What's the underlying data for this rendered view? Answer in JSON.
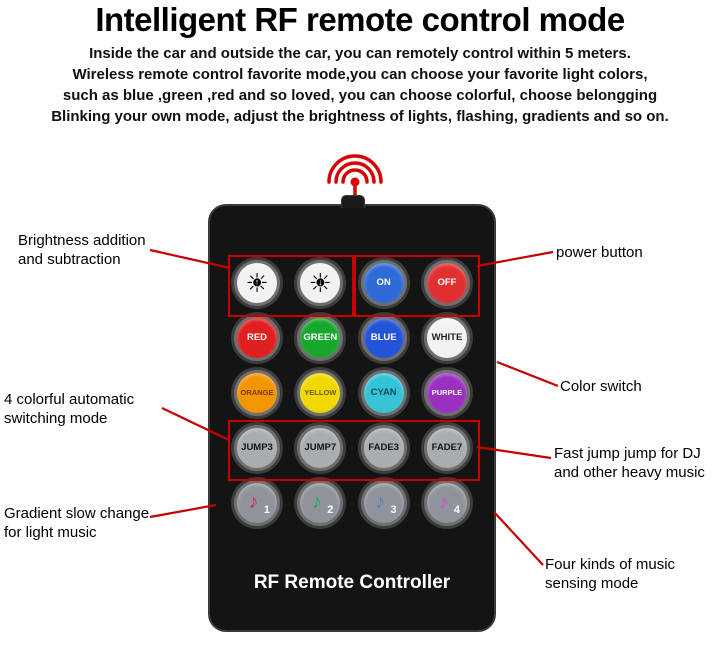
{
  "title": "Intelligent RF remote control mode",
  "subtitle": [
    "Inside the car and outside the car, you can remotely control within 5 meters.",
    "Wireless remote control favorite mode,you can choose your favorite light colors,",
    "such as blue ,green ,red and so loved, you can choose colorful, choose belongging",
    "Blinking your own mode, adjust the brightness of lights, flashing, gradients and so on."
  ],
  "accent_color": "#c80000",
  "remote": {
    "label": "RF Remote Controller",
    "rows": [
      {
        "buttons": [
          {
            "id": "brightness-up",
            "type": "sun",
            "arrow": "↑",
            "face": "#f2f2f2"
          },
          {
            "id": "brightness-down",
            "type": "sun",
            "arrow": "↓",
            "face": "#f2f2f2"
          },
          {
            "id": "power-on",
            "label": "ON",
            "face": "#2e6bd6",
            "fg": "#ffffff"
          },
          {
            "id": "power-off",
            "label": "OFF",
            "face": "#e03030",
            "fg": "#ffffff"
          }
        ]
      },
      {
        "buttons": [
          {
            "id": "red",
            "label": "RED",
            "face": "#e01f1f",
            "fg": "#ffffff"
          },
          {
            "id": "green",
            "label": "GREEN",
            "face": "#17a62e",
            "fg": "#ffffff"
          },
          {
            "id": "blue",
            "label": "BLUE",
            "face": "#2353d6",
            "fg": "#ffffff"
          },
          {
            "id": "white",
            "label": "WHITE",
            "face": "#f2f2f2",
            "fg": "#222222"
          }
        ]
      },
      {
        "buttons": [
          {
            "id": "orange",
            "label": "ORANGE",
            "face": "#f29500",
            "fg": "#7a3500"
          },
          {
            "id": "yellow",
            "label": "YELLOW",
            "face": "#f2d800",
            "fg": "#6d5a00"
          },
          {
            "id": "cyan",
            "label": "CYAN",
            "face": "#35c3d8",
            "fg": "#0b4a55"
          },
          {
            "id": "purple",
            "label": "PURPLE",
            "face": "#9a30c0",
            "fg": "#ffffff"
          }
        ]
      },
      {
        "buttons": [
          {
            "id": "jump3",
            "label": "JUMP3",
            "face": "#a9adb2",
            "fg": "#141414"
          },
          {
            "id": "jump7",
            "label": "JUMP7",
            "face": "#a9adb2",
            "fg": "#141414"
          },
          {
            "id": "fade3",
            "label": "FADE3",
            "face": "#a9adb2",
            "fg": "#141414"
          },
          {
            "id": "fade7",
            "label": "FADE7",
            "face": "#a9adb2",
            "fg": "#141414"
          }
        ]
      },
      {
        "buttons": [
          {
            "id": "music1",
            "type": "music",
            "num": "1",
            "note_color": "#e02555",
            "face": "#8f939b"
          },
          {
            "id": "music2",
            "type": "music",
            "num": "2",
            "note_color": "#1fae4b",
            "face": "#8f939b"
          },
          {
            "id": "music3",
            "type": "music",
            "num": "3",
            "note_color": "#5b7bc0",
            "face": "#8f939b"
          },
          {
            "id": "music4",
            "type": "music",
            "num": "4",
            "note_color": "#d94fd0",
            "face": "#8f939b"
          }
        ]
      }
    ]
  },
  "callouts": {
    "brightness": "Brightness addition and subtraction",
    "power": "power button",
    "color": "Color switch",
    "switching": "4 colorful automatic switching mode",
    "fast_jump": "Fast jump jump for DJ and other heavy music",
    "gradient": "Gradient slow change for light music",
    "music": "Four kinds of music sensing mode"
  }
}
